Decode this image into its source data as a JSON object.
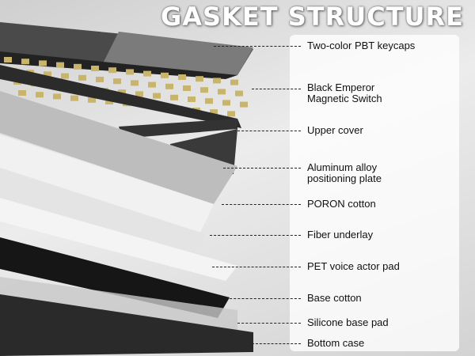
{
  "title": "GASKET STRUCTURE",
  "layers": [
    {
      "label": "Two-color PBT keycaps"
    },
    {
      "label": "Black Emperor\nMagnetic Switch"
    },
    {
      "label": "Upper cover"
    },
    {
      "label": "Aluminum alloy\npositioning plate"
    },
    {
      "label": "PORON cotton"
    },
    {
      "label": "Fiber underlay"
    },
    {
      "label": "PET voice actor pad"
    },
    {
      "label": "Base cotton"
    },
    {
      "label": "Silicone base pad"
    },
    {
      "label": "Bottom case"
    }
  ],
  "colors": {
    "keycap_dark": "#3a3a3a",
    "keycap_grey": "#7b7b7b",
    "switch_gold": "#c8b46a",
    "label_text": "#111111",
    "title_text": "#ffffff"
  }
}
